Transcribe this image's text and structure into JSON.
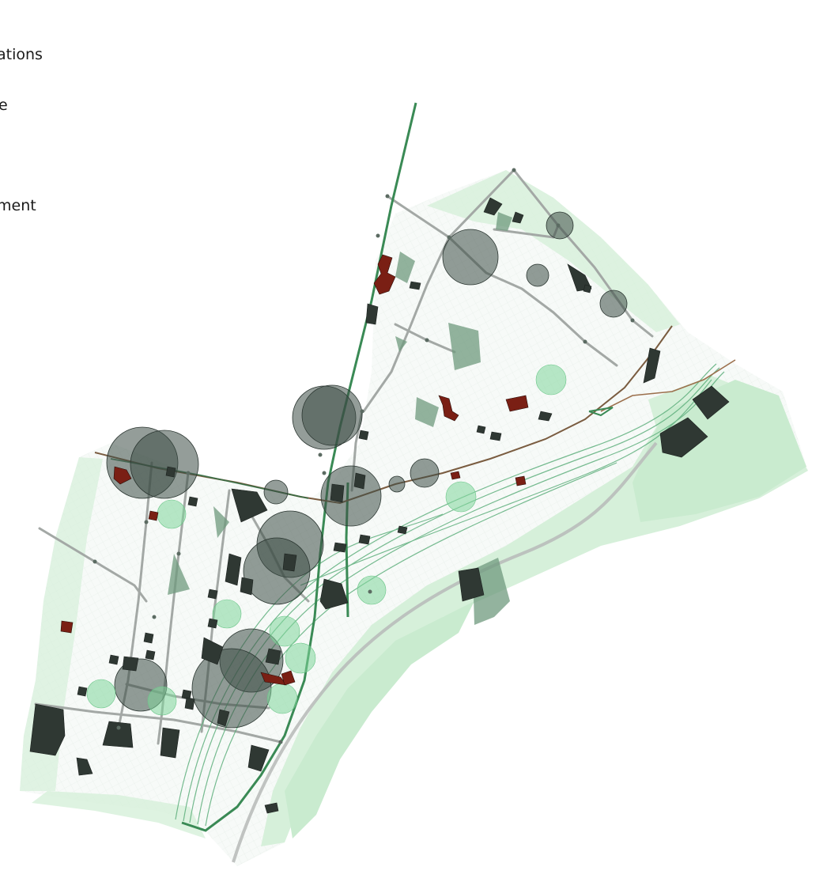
{
  "legend": {
    "items": [
      {
        "label": "ations"
      },
      {
        "label": "e"
      },
      {
        "label": "ment"
      }
    ]
  },
  "colors": {
    "green_space": "#d4efd8",
    "green_space_dark": "#bfe3c5",
    "building": "#2f3833",
    "building_heritage": "#7a1f14",
    "street": "#9a9e9c",
    "transit_green": "#2e7d4f",
    "transit_brown": "#8b5a3c",
    "circle_dark": "#3c4d45",
    "circle_green": "#7fd69a",
    "parcel_medium": "#6f9a7e"
  },
  "map_layers": [
    "study-area-base",
    "green-spaces",
    "street-grid",
    "rail-corridor",
    "transit-lines",
    "catchment-circles",
    "buildings",
    "heritage-buildings"
  ]
}
